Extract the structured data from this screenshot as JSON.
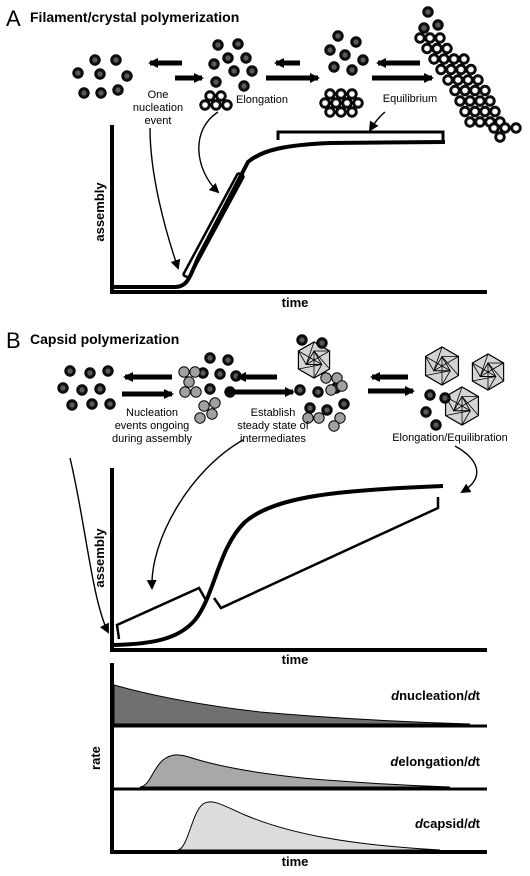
{
  "panel_a": {
    "letter": "A",
    "title": "Filament/crystal polymerization",
    "labels": {
      "nucleation_1": "One",
      "nucleation_2": "nucleation",
      "nucleation_3": "event",
      "elongation": "Elongation",
      "equilibrium": "Equilibrium"
    },
    "xlabel": "time",
    "ylabel": "assembly"
  },
  "panel_b": {
    "letter": "B",
    "title": "Capsid polymerization",
    "labels": {
      "nucleation_1": "Nucleation",
      "nucleation_2": "events ongoing",
      "nucleation_3": "during assembly",
      "steady_1": "Establish",
      "steady_2": "steady state of",
      "steady_3": "intermediates",
      "elong_equil": "Elongation/Equilibration"
    },
    "xlabel": "time",
    "ylabel": "assembly",
    "rate_ylabel": "rate",
    "rate_xlabel": "time",
    "rates": [
      {
        "prefix": "d",
        "name": "nucleation",
        "mid": "/",
        "suffix_d": "d",
        "suffix_t": "t",
        "color": "#707070"
      },
      {
        "prefix": "d",
        "name": "elongation",
        "mid": "/",
        "suffix_d": "d",
        "suffix_t": "t",
        "color": "#a8a8a8"
      },
      {
        "prefix": "d",
        "name": "capsid",
        "mid": "/",
        "suffix_d": "d",
        "suffix_t": "t",
        "color": "#dcdcdc"
      }
    ]
  },
  "colors": {
    "monomer_fill": "#5a5a5a",
    "intermediate_fill": "#a0a0a0",
    "capsid_fill": "#d4d4d4"
  }
}
